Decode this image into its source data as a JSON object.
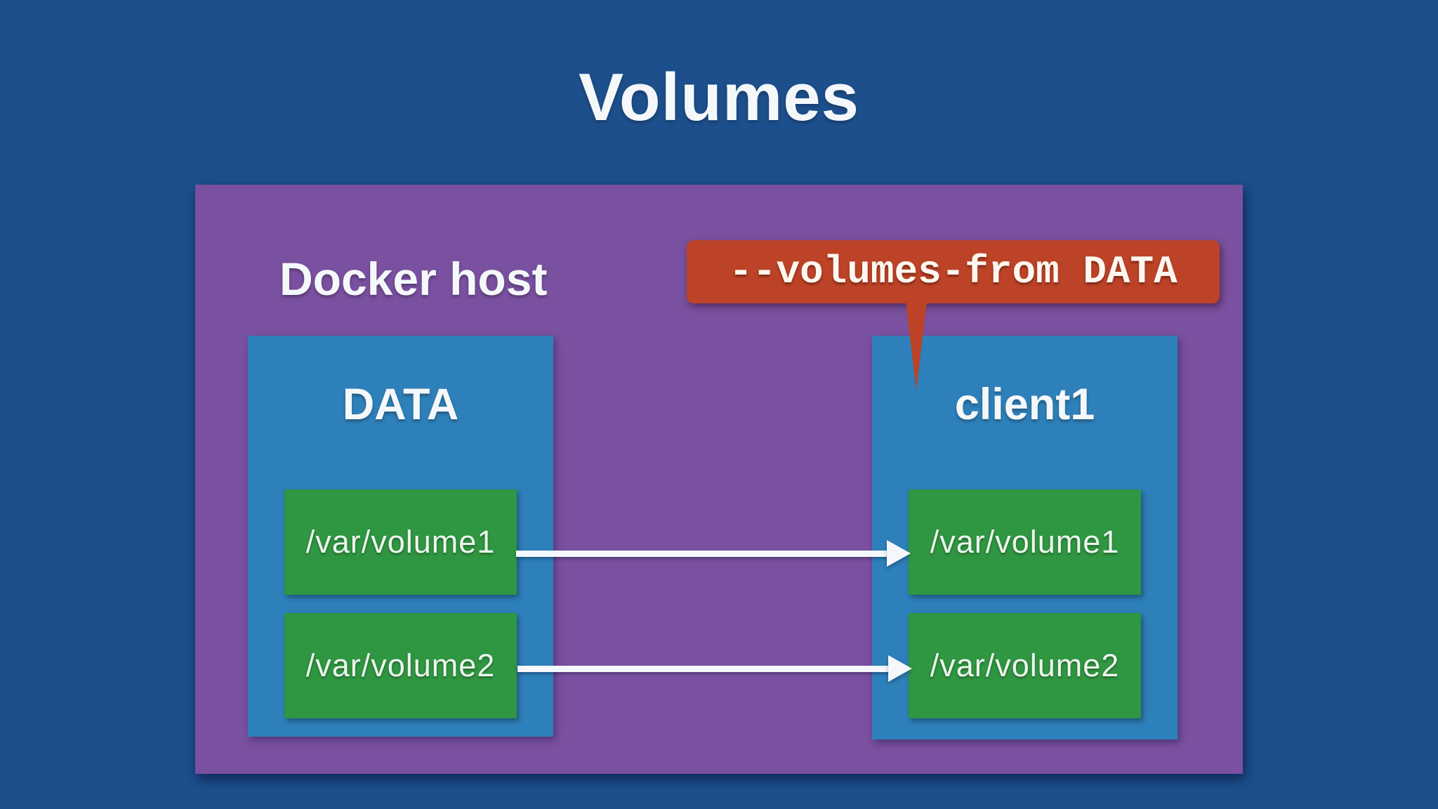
{
  "title": "Volumes",
  "host": {
    "label": "Docker host",
    "containers": [
      {
        "name": "DATA",
        "volumes": [
          "/var/volume1",
          "/var/volume2"
        ]
      },
      {
        "name": "client1",
        "volumes": [
          "/var/volume1",
          "/var/volume2"
        ]
      }
    ],
    "callout": {
      "text": "--volumes-from DATA",
      "points_to": "client1"
    },
    "arrows": [
      {
        "from": "DATA:/var/volume1",
        "to": "client1:/var/volume1"
      },
      {
        "from": "DATA:/var/volume2",
        "to": "client1:/var/volume2"
      }
    ]
  },
  "colors": {
    "bg": "#1d4f8c",
    "host": "#7a50a0",
    "container": "#2e80ba",
    "volume": "#2f9641",
    "callout": "#bc4327",
    "arrow": "#f4f8fc",
    "text": "#f5f8fa"
  }
}
